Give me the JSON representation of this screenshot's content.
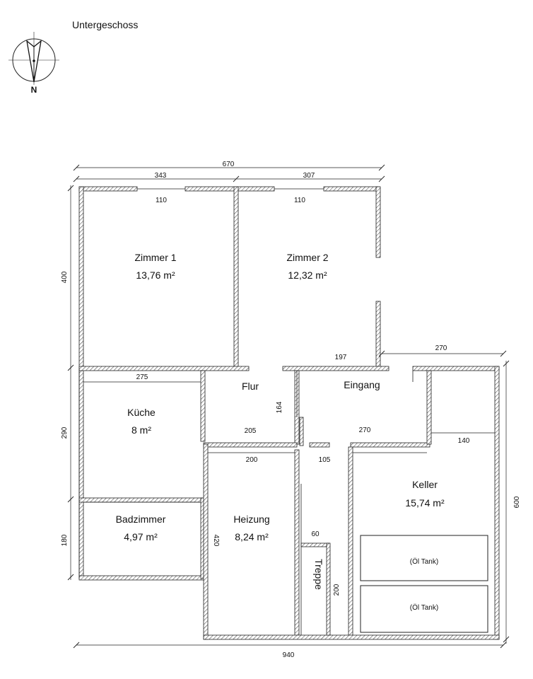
{
  "title": "Untergeschoss",
  "north_label": "N",
  "rooms": {
    "zimmer1": {
      "name": "Zimmer 1",
      "area": "13,76 m²"
    },
    "zimmer2": {
      "name": "Zimmer 2",
      "area": "12,32 m²"
    },
    "kueche": {
      "name": "Küche",
      "area": "8 m²"
    },
    "badzimmer": {
      "name": "Badzimmer",
      "area": "4,97 m²"
    },
    "flur": {
      "name": "Flur"
    },
    "eingang": {
      "name": "Eingang"
    },
    "heizung": {
      "name": "Heizung",
      "area": "8,24 m²"
    },
    "keller": {
      "name": "Keller",
      "area": "15,74 m²"
    },
    "treppe": {
      "name": "Treppe"
    }
  },
  "tanks": [
    "(Öl Tank)",
    "(Öl Tank)"
  ],
  "dimensions": {
    "top_total": "670",
    "zimmer1_width": "343",
    "zimmer2_width": "307",
    "window1": "110",
    "window2": "110",
    "height_zimmer": "400",
    "kueche_width": "275",
    "flur_width": "205",
    "flur_height": "164",
    "eingang_top": "197",
    "annex_top": "270",
    "eingang_bottom": "270",
    "keller_step": "140",
    "height_kueche": "290",
    "height_bad": "180",
    "heizung_width": "200",
    "heizung_height": "420",
    "corridor_width": "105",
    "treppe_width": "60",
    "treppe_length": "200",
    "keller_height": "600",
    "bottom_total": "940"
  }
}
